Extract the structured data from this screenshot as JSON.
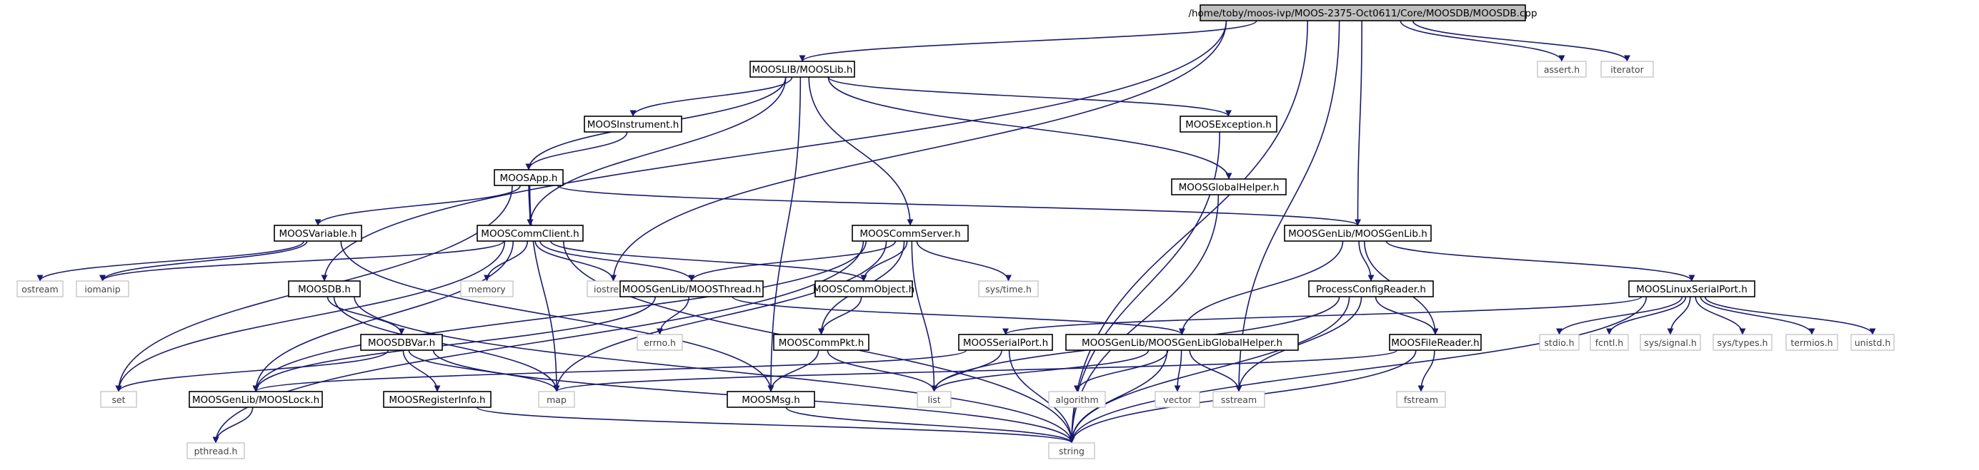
{
  "colors": {
    "edge": "#191970",
    "root_fill": "#bfbfbf",
    "system_border": "#bfbfbf"
  },
  "nodes": [
    {
      "id": "root",
      "label": "/home/toby/moos-ivp/MOOS-2375-Oct0611/Core/MOOSDB/MOOSDB.cpp",
      "kind": "root"
    },
    {
      "id": "mooslib",
      "label": "MOOSLIB/MOOSLib.h",
      "kind": "file"
    },
    {
      "id": "assert",
      "label": "assert.h",
      "kind": "system"
    },
    {
      "id": "iterator",
      "label": "iterator",
      "kind": "system"
    },
    {
      "id": "instr",
      "label": "MOOSInstrument.h",
      "kind": "file"
    },
    {
      "id": "exc",
      "label": "MOOSException.h",
      "kind": "file"
    },
    {
      "id": "app",
      "label": "MOOSApp.h",
      "kind": "file"
    },
    {
      "id": "globhelp",
      "label": "MOOSGlobalHelper.h",
      "kind": "file"
    },
    {
      "id": "var",
      "label": "MOOSVariable.h",
      "kind": "file"
    },
    {
      "id": "client",
      "label": "MOOSCommClient.h",
      "kind": "file"
    },
    {
      "id": "server",
      "label": "MOOSCommServer.h",
      "kind": "file"
    },
    {
      "id": "genlib",
      "label": "MOOSGenLib/MOOSGenLib.h",
      "kind": "file"
    },
    {
      "id": "ostream",
      "label": "ostream",
      "kind": "system"
    },
    {
      "id": "iomanip",
      "label": "iomanip",
      "kind": "system"
    },
    {
      "id": "memory",
      "label": "memory",
      "kind": "system"
    },
    {
      "id": "iostream",
      "label": "iostream",
      "kind": "system"
    },
    {
      "id": "systime",
      "label": "sys/time.h",
      "kind": "system"
    },
    {
      "id": "moosdb",
      "label": "MOOSDB.h",
      "kind": "file"
    },
    {
      "id": "thread",
      "label": "MOOSGenLib/MOOSThread.h",
      "kind": "file"
    },
    {
      "id": "commobj",
      "label": "MOOSCommObject.h",
      "kind": "file"
    },
    {
      "id": "pcr",
      "label": "ProcessConfigReader.h",
      "kind": "file"
    },
    {
      "id": "linux",
      "label": "MOOSLinuxSerialPort.h",
      "kind": "file"
    },
    {
      "id": "dbvar",
      "label": "MOOSDBVar.h",
      "kind": "file"
    },
    {
      "id": "errno",
      "label": "errno.h",
      "kind": "system"
    },
    {
      "id": "pkt",
      "label": "MOOSCommPkt.h",
      "kind": "file"
    },
    {
      "id": "serial",
      "label": "MOOSSerialPort.h",
      "kind": "file"
    },
    {
      "id": "glob",
      "label": "MOOSGenLib/MOOSGenLibGlobalHelper.h",
      "kind": "file"
    },
    {
      "id": "freader",
      "label": "MOOSFileReader.h",
      "kind": "file"
    },
    {
      "id": "stdio",
      "label": "stdio.h",
      "kind": "system"
    },
    {
      "id": "fcntl",
      "label": "fcntl.h",
      "kind": "system"
    },
    {
      "id": "signal",
      "label": "sys/signal.h",
      "kind": "system"
    },
    {
      "id": "types",
      "label": "sys/types.h",
      "kind": "system"
    },
    {
      "id": "termios",
      "label": "termios.h",
      "kind": "system"
    },
    {
      "id": "unistd",
      "label": "unistd.h",
      "kind": "system"
    },
    {
      "id": "set",
      "label": "set",
      "kind": "system"
    },
    {
      "id": "lock",
      "label": "MOOSGenLib/MOOSLock.h",
      "kind": "file"
    },
    {
      "id": "reginfo",
      "label": "MOOSRegisterInfo.h",
      "kind": "file"
    },
    {
      "id": "map",
      "label": "map",
      "kind": "system"
    },
    {
      "id": "msg",
      "label": "MOOSMsg.h",
      "kind": "file"
    },
    {
      "id": "list",
      "label": "list",
      "kind": "system"
    },
    {
      "id": "algorithm",
      "label": "algorithm",
      "kind": "system"
    },
    {
      "id": "vector",
      "label": "vector",
      "kind": "system"
    },
    {
      "id": "sstream",
      "label": "sstream",
      "kind": "system"
    },
    {
      "id": "fstream",
      "label": "fstream",
      "kind": "system"
    },
    {
      "id": "pthread",
      "label": "pthread.h",
      "kind": "system"
    },
    {
      "id": "string",
      "label": "string",
      "kind": "system"
    }
  ],
  "edges": [
    [
      "root",
      "mooslib"
    ],
    [
      "root",
      "assert"
    ],
    [
      "root",
      "iterator"
    ],
    [
      "root",
      "moosdb"
    ],
    [
      "root",
      "iostream"
    ],
    [
      "root",
      "genlib"
    ],
    [
      "root",
      "sstream"
    ],
    [
      "root",
      "string"
    ],
    [
      "mooslib",
      "instr"
    ],
    [
      "mooslib",
      "exc"
    ],
    [
      "mooslib",
      "app"
    ],
    [
      "mooslib",
      "globhelp"
    ],
    [
      "mooslib",
      "client"
    ],
    [
      "mooslib",
      "server"
    ],
    [
      "mooslib",
      "msg"
    ],
    [
      "instr",
      "app"
    ],
    [
      "exc",
      "string"
    ],
    [
      "app",
      "var"
    ],
    [
      "app",
      "client"
    ],
    [
      "app",
      "genlib"
    ],
    [
      "app",
      "set"
    ],
    [
      "app",
      "map"
    ],
    [
      "globhelp",
      "string"
    ],
    [
      "var",
      "ostream"
    ],
    [
      "var",
      "iomanip"
    ],
    [
      "var",
      "msg"
    ],
    [
      "client",
      "iomanip"
    ],
    [
      "client",
      "memory"
    ],
    [
      "client",
      "iostream"
    ],
    [
      "client",
      "thread"
    ],
    [
      "client",
      "commobj"
    ],
    [
      "client",
      "set"
    ],
    [
      "client",
      "lock"
    ],
    [
      "client",
      "string"
    ],
    [
      "server",
      "thread"
    ],
    [
      "server",
      "commobj"
    ],
    [
      "server",
      "systime"
    ],
    [
      "server",
      "pkt"
    ],
    [
      "server",
      "list"
    ],
    [
      "server",
      "map"
    ],
    [
      "server",
      "lock"
    ],
    [
      "server",
      "pthread"
    ],
    [
      "genlib",
      "pcr"
    ],
    [
      "genlib",
      "glob"
    ],
    [
      "genlib",
      "freader"
    ],
    [
      "genlib",
      "linux"
    ],
    [
      "moosdb",
      "dbvar"
    ],
    [
      "moosdb",
      "map"
    ],
    [
      "moosdb",
      "string"
    ],
    [
      "thread",
      "errno"
    ],
    [
      "thread",
      "glob"
    ],
    [
      "thread",
      "lock"
    ],
    [
      "commobj",
      "pkt"
    ],
    [
      "pcr",
      "freader"
    ],
    [
      "pcr",
      "list"
    ],
    [
      "pcr",
      "sstream"
    ],
    [
      "pcr",
      "string"
    ],
    [
      "linux",
      "serial"
    ],
    [
      "linux",
      "stdio"
    ],
    [
      "linux",
      "fcntl"
    ],
    [
      "linux",
      "signal"
    ],
    [
      "linux",
      "types"
    ],
    [
      "linux",
      "termios"
    ],
    [
      "linux",
      "unistd"
    ],
    [
      "linux",
      "string"
    ],
    [
      "dbvar",
      "reginfo"
    ],
    [
      "dbvar",
      "set"
    ],
    [
      "dbvar",
      "map"
    ],
    [
      "dbvar",
      "string"
    ],
    [
      "pkt",
      "msg"
    ],
    [
      "pkt",
      "list"
    ],
    [
      "serial",
      "lock"
    ],
    [
      "serial",
      "list"
    ],
    [
      "serial",
      "string"
    ],
    [
      "glob",
      "algorithm"
    ],
    [
      "glob",
      "vector"
    ],
    [
      "glob",
      "sstream"
    ],
    [
      "glob",
      "list"
    ],
    [
      "glob",
      "string"
    ],
    [
      "freader",
      "fstream"
    ],
    [
      "freader",
      "map"
    ],
    [
      "freader",
      "string"
    ],
    [
      "lock",
      "pthread"
    ],
    [
      "reginfo",
      "string"
    ],
    [
      "msg",
      "string"
    ]
  ]
}
